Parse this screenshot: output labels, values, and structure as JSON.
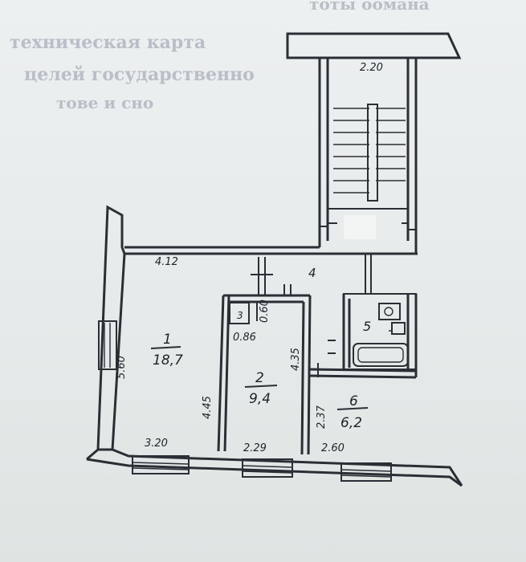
{
  "background_text": [
    "тоты оомана",
    "техническая карта",
    "целей государственно",
    "тове и сно"
  ],
  "rooms": [
    {
      "number": "1",
      "area": "18,7"
    },
    {
      "number": "2",
      "area": "9,4"
    },
    {
      "number": "3"
    },
    {
      "number": "4"
    },
    {
      "number": "5"
    },
    {
      "number": "6",
      "area": "6,2"
    }
  ],
  "dimensions": {
    "stair_width": "2.20",
    "corridor_top": "4.12",
    "room1_height": "5.60",
    "room1_inner": "4.45",
    "room2_height": "4.35",
    "closet_w": "0.86",
    "closet_h": "0.60",
    "room6_height": "2.37",
    "bottom_1": "3.20",
    "bottom_2": "2.29",
    "bottom_3": "2.60"
  },
  "colors": {
    "ink": "#2b2f35",
    "paper": "#e9eceb",
    "ghost_text": "#b8bfc7"
  }
}
